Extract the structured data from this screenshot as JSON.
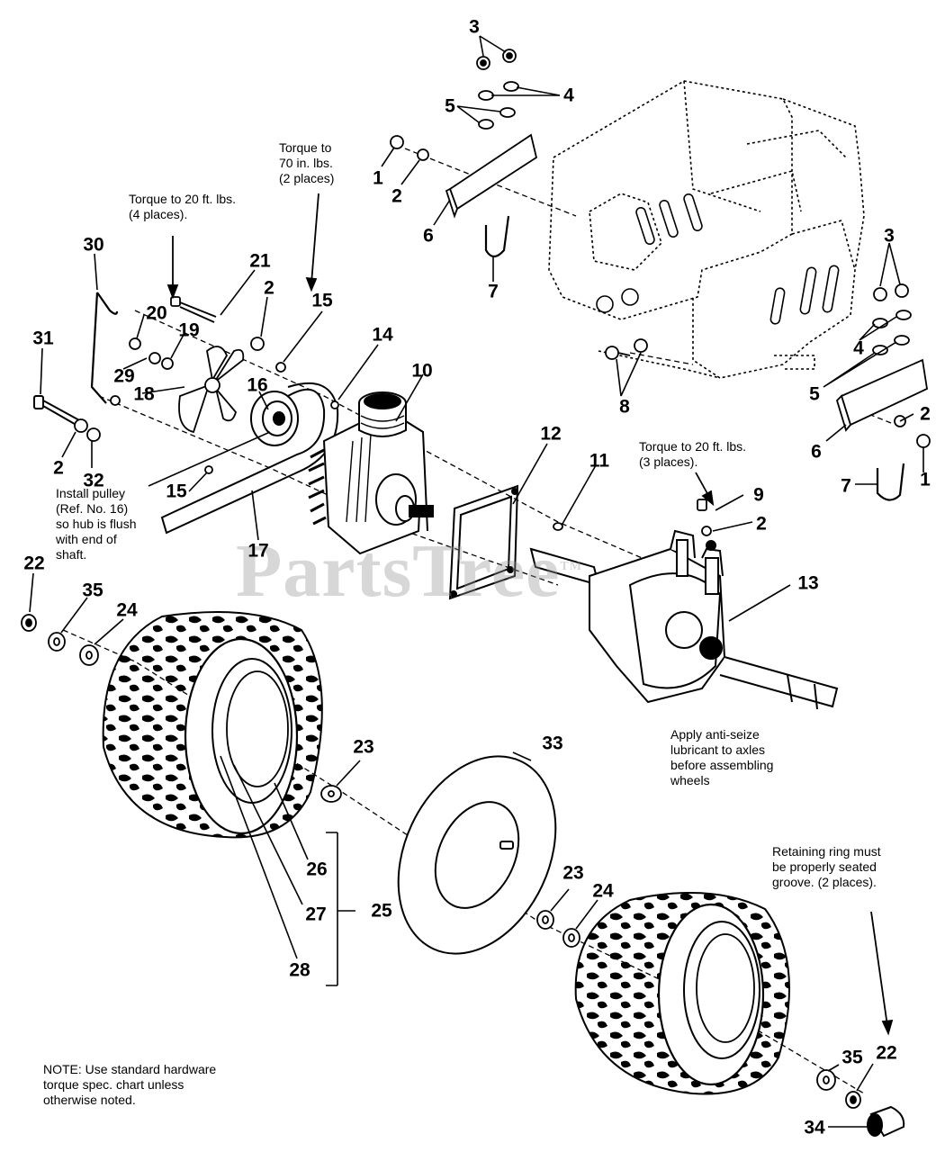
{
  "watermark": "PartsTree",
  "watermark_tm": "TM",
  "notes": {
    "torque_70": "Torque to\n70 in. lbs.\n(2 places)",
    "torque_20_four": "Torque to 20 ft. lbs.\n(4 places).",
    "torque_20_three": "Torque to 20 ft. lbs.\n(3 places).",
    "install_pulley": "Install pulley\n(Ref. No. 16)\nso hub is flush\nwith end of\nshaft.",
    "anti_seize": "Apply anti-seize\nlubricant to axles\nbefore assembling\nwheels",
    "retaining_ring": "Retaining ring must\nbe properly seated\ngroove. (2 places).",
    "standard_hardware": "NOTE: Use standard hardware\ntorque spec. chart unless\notherwise noted."
  },
  "callouts": [
    {
      "id": "c1",
      "text": "3"
    },
    {
      "id": "c2",
      "text": "4"
    },
    {
      "id": "c3",
      "text": "5"
    },
    {
      "id": "c4",
      "text": "1"
    },
    {
      "id": "c5",
      "text": "2"
    },
    {
      "id": "c6",
      "text": "6"
    },
    {
      "id": "c7",
      "text": "7"
    },
    {
      "id": "c8",
      "text": "3"
    },
    {
      "id": "c9",
      "text": "4"
    },
    {
      "id": "c10",
      "text": "5"
    },
    {
      "id": "c11",
      "text": "6"
    },
    {
      "id": "c12",
      "text": "2"
    },
    {
      "id": "c13",
      "text": "1"
    },
    {
      "id": "c14",
      "text": "7"
    },
    {
      "id": "c15",
      "text": "8"
    },
    {
      "id": "c16",
      "text": "30"
    },
    {
      "id": "c17",
      "text": "21"
    },
    {
      "id": "c18",
      "text": "20"
    },
    {
      "id": "c19",
      "text": "19"
    },
    {
      "id": "c20",
      "text": "2"
    },
    {
      "id": "c21",
      "text": "15"
    },
    {
      "id": "c22",
      "text": "14"
    },
    {
      "id": "c23",
      "text": "10"
    },
    {
      "id": "c24",
      "text": "31"
    },
    {
      "id": "c25",
      "text": "29"
    },
    {
      "id": "c26",
      "text": "18"
    },
    {
      "id": "c27",
      "text": "16"
    },
    {
      "id": "c28",
      "text": "2"
    },
    {
      "id": "c29",
      "text": "32"
    },
    {
      "id": "c30",
      "text": "15"
    },
    {
      "id": "c31",
      "text": "17"
    },
    {
      "id": "c32",
      "text": "12"
    },
    {
      "id": "c33",
      "text": "11"
    },
    {
      "id": "c34",
      "text": "9"
    },
    {
      "id": "c35",
      "text": "2"
    },
    {
      "id": "c36",
      "text": "13"
    },
    {
      "id": "c37",
      "text": "22"
    },
    {
      "id": "c38",
      "text": "35"
    },
    {
      "id": "c39",
      "text": "24"
    },
    {
      "id": "c40",
      "text": "23"
    },
    {
      "id": "c41",
      "text": "33"
    },
    {
      "id": "c42",
      "text": "26"
    },
    {
      "id": "c43",
      "text": "27"
    },
    {
      "id": "c44",
      "text": "25"
    },
    {
      "id": "c45",
      "text": "28"
    },
    {
      "id": "c46",
      "text": "23"
    },
    {
      "id": "c47",
      "text": "24"
    },
    {
      "id": "c48",
      "text": "35"
    },
    {
      "id": "c49",
      "text": "22"
    },
    {
      "id": "c50",
      "text": "34"
    }
  ]
}
